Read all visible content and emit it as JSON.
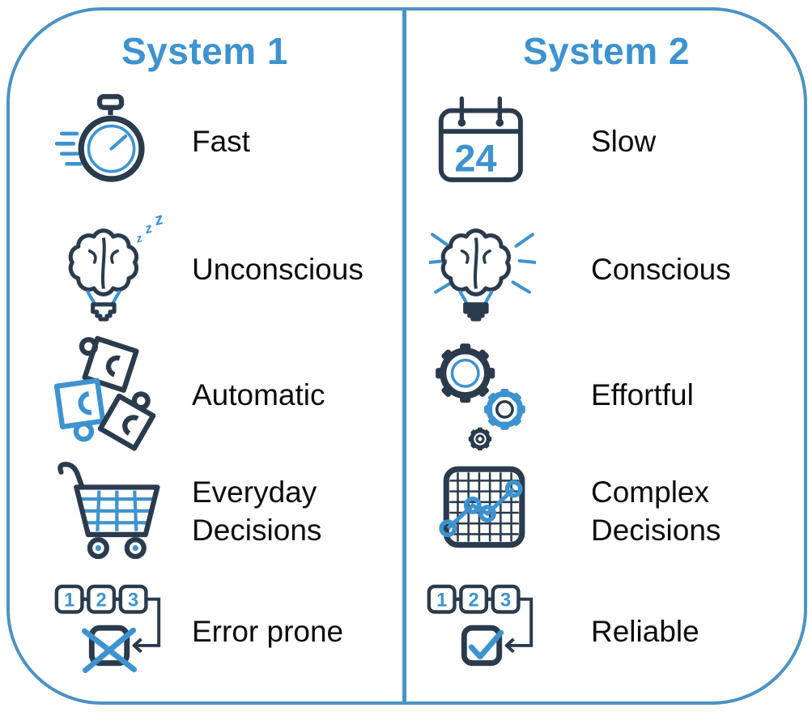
{
  "colors": {
    "frame_blue": "#4c93c4",
    "accent_blue": "#3e93cf",
    "icon_navy": "#2a3b4d",
    "label_black": "#0c0c0c"
  },
  "columns": [
    {
      "title": "System 1",
      "rows": [
        {
          "icon": "stopwatch-icon",
          "label": "Fast"
        },
        {
          "icon": "sleeping-brain-icon",
          "label": "Unconscious"
        },
        {
          "icon": "puzzle-pieces-icon",
          "label": "Automatic"
        },
        {
          "icon": "shopping-cart-icon",
          "label": "Everyday Decisions"
        },
        {
          "icon": "sequence-error-icon",
          "label": "Error prone"
        }
      ]
    },
    {
      "title": "System 2",
      "rows": [
        {
          "icon": "calendar-icon",
          "label": "Slow"
        },
        {
          "icon": "awake-brain-icon",
          "label": "Conscious"
        },
        {
          "icon": "gears-icon",
          "label": "Effortful"
        },
        {
          "icon": "line-chart-icon",
          "label": "Complex Decisions"
        },
        {
          "icon": "sequence-check-icon",
          "label": "Reliable"
        }
      ]
    }
  ],
  "icon_text": {
    "calendar_day": "24",
    "sequence_numbers": [
      "1",
      "2",
      "3"
    ],
    "sleep_letters": [
      "z",
      "z",
      "z"
    ]
  }
}
